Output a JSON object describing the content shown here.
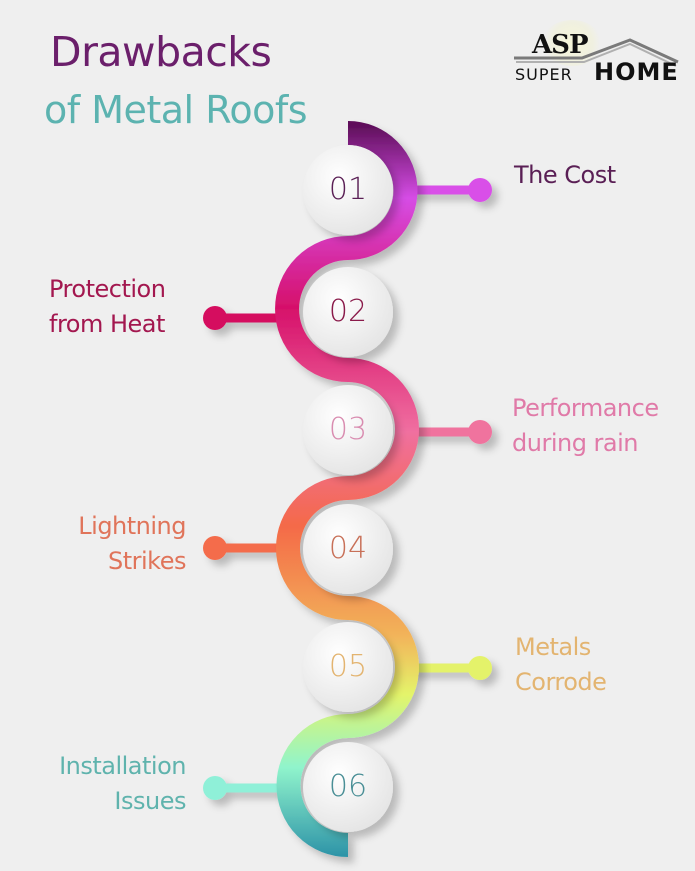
{
  "header": {
    "title_line1": "Drawbacks",
    "title_line2": "of Metal Roofs",
    "title_line1_color": "#6b1f6b",
    "title_line2_color": "#5cb3b0"
  },
  "logo": {
    "top_text": "ASP",
    "bottom_left_text": "SUPER",
    "bottom_right_text": "HOME"
  },
  "items": [
    {
      "number": "01",
      "label_line1": "The Cost",
      "label_line2": "",
      "side": "right",
      "color": "#5a1f55",
      "accent": "#d94fe8"
    },
    {
      "number": "02",
      "label_line1": "Protection",
      "label_line2": "from Heat",
      "side": "left",
      "color": "#a3174f",
      "accent": "#d5105e"
    },
    {
      "number": "03",
      "label_line1": "Performance",
      "label_line2": "during rain",
      "side": "right",
      "color": "#e07aa8",
      "accent": "#f0739e"
    },
    {
      "number": "04",
      "label_line1": "Lightning",
      "label_line2": "Strikes",
      "side": "left",
      "color": "#e0745a",
      "accent": "#f46c4c"
    },
    {
      "number": "05",
      "label_line1": "Metals",
      "label_line2": "Corrode",
      "side": "right",
      "color": "#e3b470",
      "accent": "#e4f26a"
    },
    {
      "number": "06",
      "label_line1": "Installation",
      "label_line2": "Issues",
      "side": "left",
      "color": "#5fb3ad",
      "accent": "#8ff0d8"
    }
  ]
}
